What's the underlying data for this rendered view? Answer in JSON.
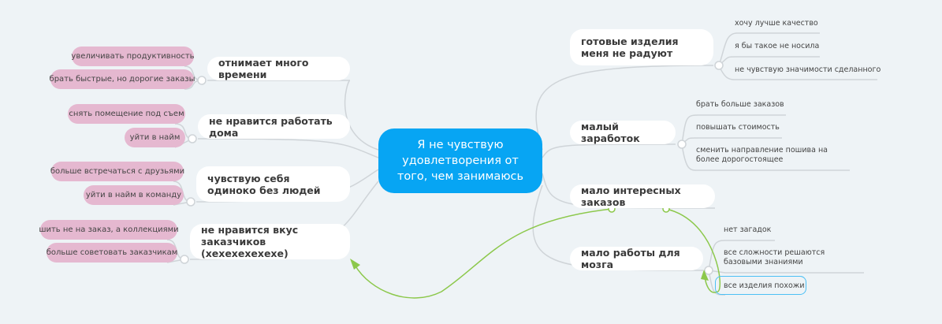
{
  "center": "Я не чувствую удовлетворения от того, чем занимаюсь",
  "left": [
    {
      "label": "отнимает много времени",
      "children": [
        "увеличивать продуктивность",
        "брать быстрые, но дорогие заказы"
      ]
    },
    {
      "label": "не нравится работать дома",
      "children": [
        "снять помещение под съем",
        "уйти в найм"
      ]
    },
    {
      "label": "чувствую себя одиноко без людей",
      "children": [
        "больше встречаться с друзьями",
        "уйти в найм в команду"
      ]
    },
    {
      "label": "не нравится вкус заказчиков (хехехехехехе)",
      "children": [
        "шить не на заказ, а коллекциями",
        "больше советовать заказчикам"
      ]
    }
  ],
  "right": [
    {
      "label": "готовые изделия меня не радуют",
      "children": [
        "хочу лучше качество",
        "я бы такое не носила",
        "не чувствую значимости сделанного"
      ]
    },
    {
      "label": "малый заработок",
      "children": [
        "брать больше заказов",
        "повышать стоимость",
        "сменить направление пошива на более дорогостоящее"
      ]
    },
    {
      "label": "мало интересных заказов",
      "children": []
    },
    {
      "label": "мало работы для мозга",
      "children": [
        "нет загадок",
        "все сложности решаются базовыми знаниями",
        "все изделия похожи"
      ]
    }
  ],
  "colors": {
    "center": "#07a5f3",
    "leaf": "#e5b8d0",
    "relation": "#8cc84b",
    "selection": "#4cc0f5"
  }
}
